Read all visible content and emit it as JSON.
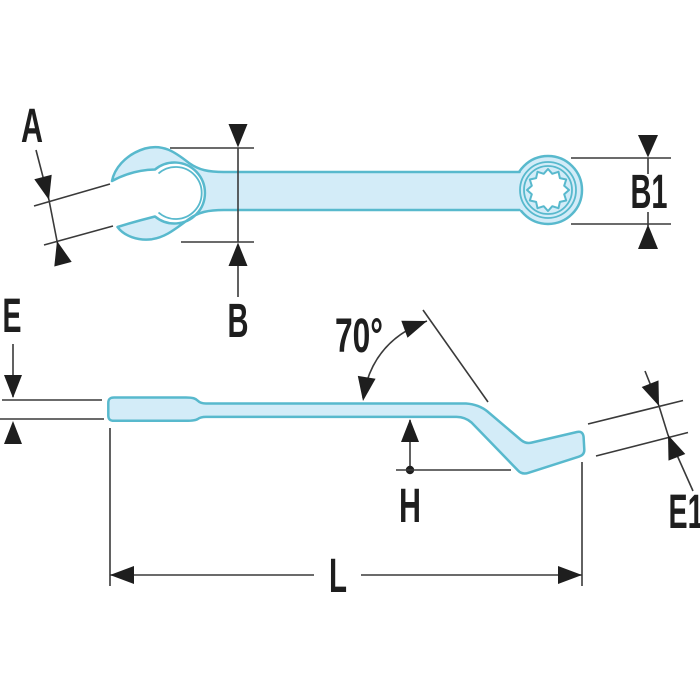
{
  "labels": {
    "jaw_width": "A",
    "head_height": "B",
    "ring_diameter": "B1",
    "handle_thickness": "E",
    "ring_end_thickness": "E1",
    "offset_height": "H",
    "overall_length": "L",
    "bend_angle": "70°"
  },
  "colors": {
    "background": "#ffffff",
    "wrench_fill": "#d3ecf8",
    "wrench_outline": "#58b9cd",
    "dimension_line": "#3a3a3a",
    "arrow_fill": "#1e1e1e",
    "label_text": "#1e1e1e"
  }
}
